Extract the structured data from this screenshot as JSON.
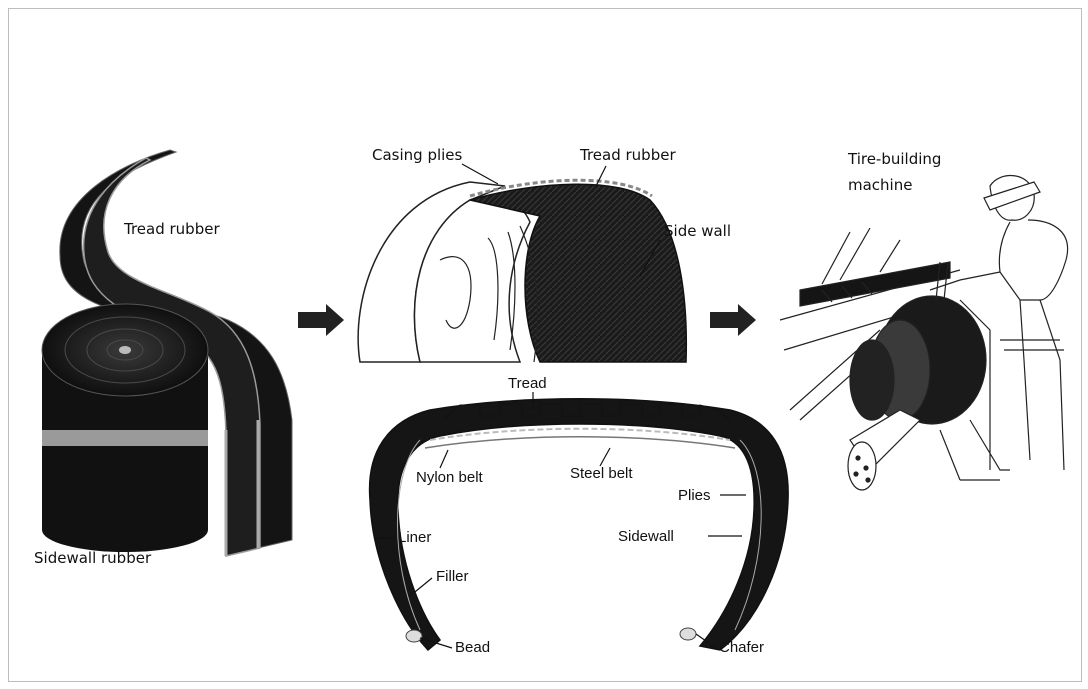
{
  "left_panel": {
    "tread_rubber": "Tread rubber",
    "sidewall_rubber": "Sidewall rubber"
  },
  "middle_panel": {
    "casing_plies": "Casing plies",
    "tread_rubber": "Tread rubber",
    "side_wall": "Side wall"
  },
  "right_panel": {
    "machine_line1": "Tire-building",
    "machine_line2": "machine"
  },
  "cross_section": {
    "tread": "Tread",
    "nylon_belt": "Nylon belt",
    "steel_belt": "Steel belt",
    "plies": "Plies",
    "liner": "Liner",
    "sidewall": "Sidewall",
    "filler": "Filler",
    "bead": "Bead",
    "chafer": "Chafer"
  }
}
